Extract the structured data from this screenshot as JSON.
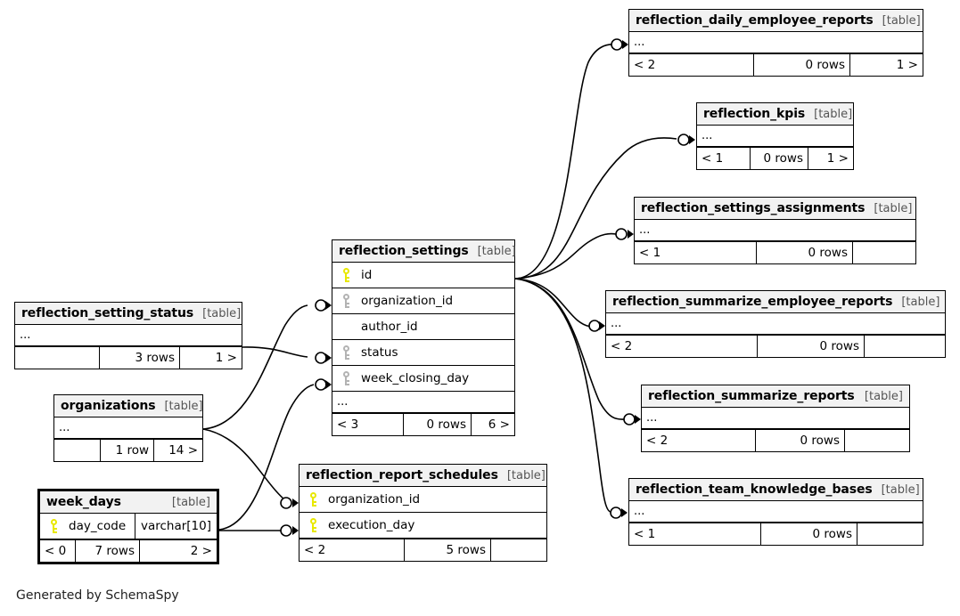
{
  "diagram": {
    "caption": "Generated by SchemaSpy",
    "kind_label": "[table]",
    "ellipsis": "...",
    "colors": {
      "primary_key": "#e8e800",
      "foreign_key": "#b3b3b3",
      "header_background": "#f2f2f2",
      "border": "#000000",
      "canvas": "#ffffff"
    }
  },
  "tables": [
    {
      "id": "reflection_daily_employee_reports",
      "name": "reflection_daily_employee_reports",
      "kind": "[table]",
      "focused": false,
      "columns": [],
      "has_ellipsis_row": true,
      "footer": [
        "< 2",
        "0 rows",
        "1 >"
      ]
    },
    {
      "id": "reflection_kpis",
      "name": "reflection_kpis",
      "kind": "[table]",
      "focused": false,
      "columns": [],
      "has_ellipsis_row": true,
      "footer": [
        "< 1",
        "0 rows",
        "1 >"
      ]
    },
    {
      "id": "reflection_settings_assignments",
      "name": "reflection_settings_assignments",
      "kind": "[table]",
      "focused": false,
      "columns": [],
      "has_ellipsis_row": true,
      "footer": [
        "< 1",
        "0 rows",
        ""
      ]
    },
    {
      "id": "reflection_summarize_employee_reports",
      "name": "reflection_summarize_employee_reports",
      "kind": "[table]",
      "focused": false,
      "columns": [],
      "has_ellipsis_row": true,
      "footer": [
        "< 2",
        "0 rows",
        ""
      ]
    },
    {
      "id": "reflection_summarize_reports",
      "name": "reflection_summarize_reports",
      "kind": "[table]",
      "focused": false,
      "columns": [],
      "has_ellipsis_row": true,
      "footer": [
        "< 2",
        "0 rows",
        ""
      ]
    },
    {
      "id": "reflection_team_knowledge_bases",
      "name": "reflection_team_knowledge_bases",
      "kind": "[table]",
      "focused": false,
      "columns": [],
      "has_ellipsis_row": true,
      "footer": [
        "< 1",
        "0 rows",
        ""
      ]
    },
    {
      "id": "reflection_settings",
      "name": "reflection_settings",
      "kind": "[table]",
      "focused": false,
      "columns": [
        {
          "name": "id",
          "key": "pk",
          "type": ""
        },
        {
          "name": "organization_id",
          "key": "fk",
          "type": ""
        },
        {
          "name": "author_id",
          "key": "none",
          "type": ""
        },
        {
          "name": "status",
          "key": "fk",
          "type": ""
        },
        {
          "name": "week_closing_day",
          "key": "fk",
          "type": ""
        }
      ],
      "has_ellipsis_row": true,
      "footer": [
        "< 3",
        "0 rows",
        "6 >"
      ]
    },
    {
      "id": "reflection_setting_status",
      "name": "reflection_setting_status",
      "kind": "[table]",
      "focused": false,
      "columns": [],
      "has_ellipsis_row": true,
      "footer": [
        "",
        "3 rows",
        "1 >"
      ]
    },
    {
      "id": "organizations",
      "name": "organizations",
      "kind": "[table]",
      "focused": false,
      "columns": [],
      "has_ellipsis_row": true,
      "footer": [
        "",
        "1 row",
        "14 >"
      ]
    },
    {
      "id": "week_days",
      "name": "week_days",
      "kind": "[table]",
      "focused": true,
      "columns": [
        {
          "name": "day_code",
          "key": "pk",
          "type": "varchar[10]"
        }
      ],
      "has_ellipsis_row": false,
      "footer": [
        "< 0",
        "7 rows",
        "2 >"
      ]
    },
    {
      "id": "reflection_report_schedules",
      "name": "reflection_report_schedules",
      "kind": "[table]",
      "focused": false,
      "columns": [
        {
          "name": "organization_id",
          "key": "pk",
          "type": ""
        },
        {
          "name": "execution_day",
          "key": "pk",
          "type": ""
        }
      ],
      "has_ellipsis_row": false,
      "footer": [
        "< 2",
        "5 rows",
        ""
      ]
    }
  ],
  "relationships": [
    {
      "from": "reflection_settings",
      "to": "reflection_daily_employee_reports"
    },
    {
      "from": "reflection_settings",
      "to": "reflection_kpis"
    },
    {
      "from": "reflection_settings",
      "to": "reflection_settings_assignments"
    },
    {
      "from": "reflection_settings",
      "to": "reflection_summarize_employee_reports"
    },
    {
      "from": "reflection_settings",
      "to": "reflection_summarize_reports"
    },
    {
      "from": "reflection_settings",
      "to": "reflection_team_knowledge_bases"
    },
    {
      "from": "reflection_setting_status",
      "to": "reflection_settings.status"
    },
    {
      "from": "organizations",
      "to": "reflection_settings.organization_id"
    },
    {
      "from": "week_days",
      "to": "reflection_settings.week_closing_day"
    },
    {
      "from": "organizations",
      "to": "reflection_report_schedules.organization_id"
    },
    {
      "from": "week_days",
      "to": "reflection_report_schedules.execution_day"
    }
  ]
}
